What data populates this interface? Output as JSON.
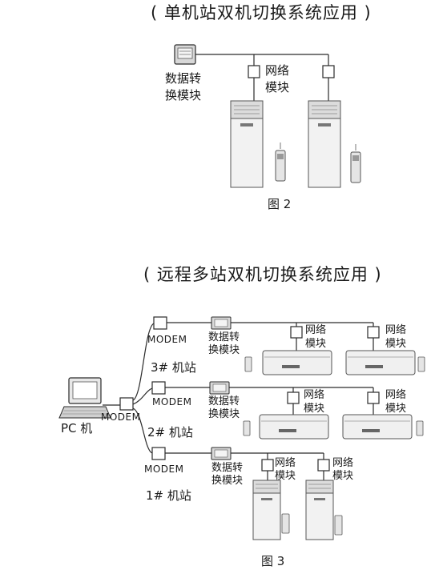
{
  "figure2": {
    "title": "( 单机站双机切换系统应用 )",
    "converter_label_1": "数据转",
    "converter_label_2": "换模块",
    "network_label_1": "网络",
    "network_label_2": "模块",
    "caption": "图 2"
  },
  "figure3": {
    "title": "( 远程多站双机切换系统应用 )",
    "pc_label": "PC 机",
    "central_modem_label": "MODEM",
    "stations": [
      {
        "modem_label": "MODEM",
        "station_label": "3# 机站",
        "converter_label_1": "数据转",
        "converter_label_2": "换模块",
        "network_label_1": "网络",
        "network_label_2": "模块"
      },
      {
        "modem_label": "MODEM",
        "station_label": "2# 机站",
        "converter_label_1": "数据转",
        "converter_label_2": "换模块",
        "network_label_1": "网络",
        "network_label_2": "模块"
      },
      {
        "modem_label": "MODEM",
        "station_label": "1# 机站",
        "converter_label_1": "数据转",
        "converter_label_2": "换模块",
        "network_label_1": "网络",
        "network_label_2": "模块"
      }
    ],
    "caption": "图 3"
  }
}
